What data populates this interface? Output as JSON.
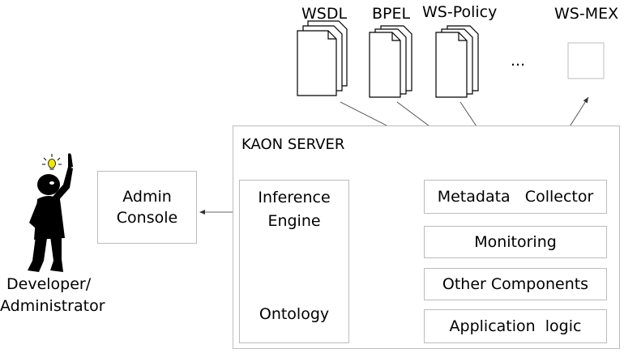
{
  "documents": {
    "wsdl": "WSDL",
    "bpel": "BPEL",
    "ws_policy": "WS-Policy",
    "ellipsis": "...",
    "ws_mex": "WS-MEX"
  },
  "server": {
    "title": "KAON SERVER",
    "inference_engine_line1": "Inference",
    "inference_engine_line2": "Engine",
    "ontology": "Ontology",
    "components": {
      "metadata_collector": "Metadata   Collector",
      "monitoring": "Monitoring",
      "other_components": "Other Components",
      "application_logic": "Application  logic"
    }
  },
  "admin_console": {
    "line1": "Admin",
    "line2": "Console"
  },
  "user": {
    "line1": "Developer/",
    "line2": "Administrator"
  },
  "colors": {
    "box_border": "#bcbcbc",
    "arrow": "#333333",
    "ontology_fill": "#dfeee6",
    "ontology_node": "#4a63c9",
    "bulb": "#f2e600"
  }
}
